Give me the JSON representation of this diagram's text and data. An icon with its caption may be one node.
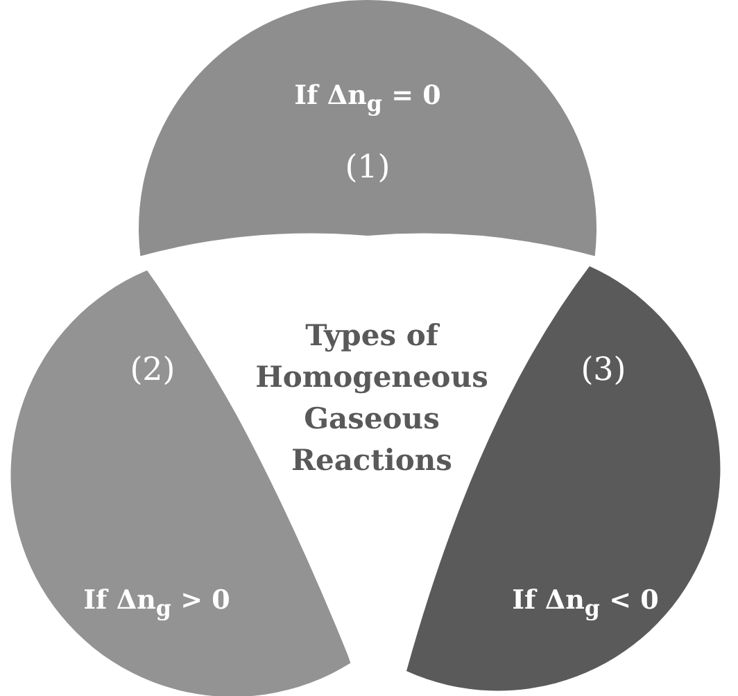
{
  "diagram": {
    "nodes": [
      {
        "text": [
          "If Δn$_{g}$ = 0",
          "(1)"
        ]
      },
      {
        "text": [
          "(2)",
          "If Δn$_{g}$ > 0"
        ]
      },
      {
        "text": [
          "(3)",
          "If Δn$_{g}$ < 0"
        ]
      },
      {
        "text": [
          "Types of Homogeneous Gaseous Reactions"
        ]
      }
    ]
  }
}
